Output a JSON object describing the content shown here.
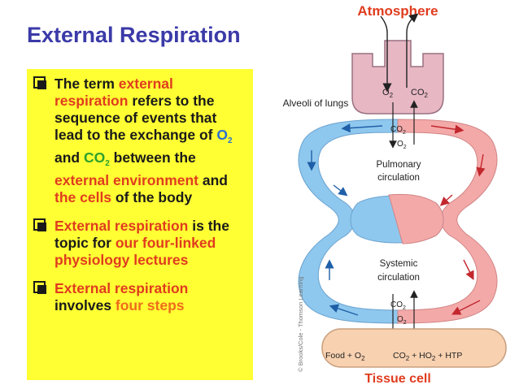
{
  "title": "External Respiration",
  "bullets": [
    {
      "segments": [
        {
          "t": "The term ",
          "c": "dark"
        },
        {
          "t": "external respiration",
          "c": "red"
        },
        {
          "t": " refers to the sequence of events that lead to the exchange of ",
          "c": "dark"
        },
        {
          "t": "O",
          "c": "blue"
        },
        {
          "t": "2",
          "c": "blue",
          "sub": true
        },
        {
          "t": " and ",
          "c": "dark"
        },
        {
          "t": "CO",
          "c": "green"
        },
        {
          "t": "2",
          "c": "green",
          "sub": true
        },
        {
          "t": " between the ",
          "c": "dark"
        },
        {
          "t": "external environment",
          "c": "red"
        },
        {
          "t": " and ",
          "c": "dark"
        },
        {
          "t": "the cells",
          "c": "red"
        },
        {
          "t": " of the body",
          "c": "dark"
        }
      ]
    },
    {
      "segments": [
        {
          "t": "External respiration",
          "c": "red"
        },
        {
          "t": " is the topic for ",
          "c": "dark"
        },
        {
          "t": "our four-linked physiology lectures",
          "c": "red"
        }
      ]
    },
    {
      "segments": [
        {
          "t": "External respiration",
          "c": "red"
        },
        {
          "t": " involves ",
          "c": "dark"
        },
        {
          "t": "four steps",
          "c": "orange"
        }
      ]
    }
  ],
  "diagram": {
    "atmosphere": "Atmosphere",
    "alveoli": "Alveoli of lungs",
    "o2": "O",
    "co2": "CO",
    "sub2": "2",
    "pulmonary_line1": "Pulmonary",
    "pulmonary_line2": "circulation",
    "systemic_line1": "Systemic",
    "systemic_line2": "circulation",
    "tissue_cell": "Tissue cell",
    "food": "Food + O",
    "products": "CO",
    "products_mid": " + HO",
    "products_end": " + HTP",
    "copyright": "© Brooks/Cole - Thomson Learning"
  },
  "colors": {
    "title": "#3b3aa8",
    "red_label": "#e03c1e",
    "blue_vessel": "#8fc8ee",
    "red_vessel": "#f4a9a9",
    "alveoli_fill": "#e7b7c4",
    "tissue_fill": "#f8d1b0",
    "yellow_box": "#ffff33"
  }
}
